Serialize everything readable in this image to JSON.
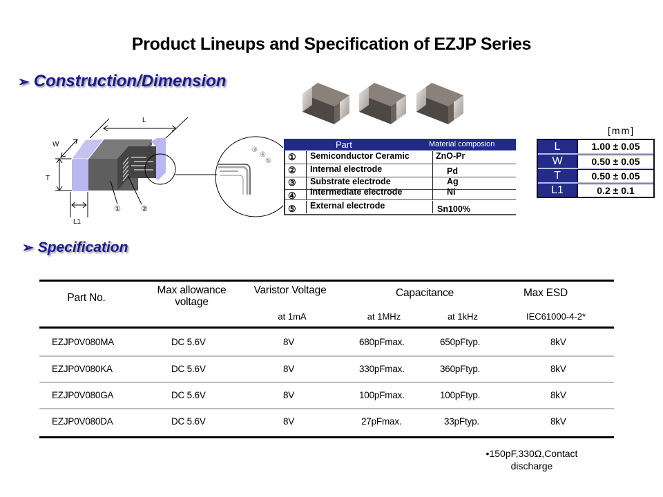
{
  "page": {
    "title": "Product Lineups and Specification of EZJP Series"
  },
  "sections": {
    "construction": {
      "arrow": "➢",
      "label": "Construction/Dimension"
    },
    "specification": {
      "arrow": "➢",
      "label": "Specification"
    }
  },
  "diagram": {
    "labels": {
      "L": "L",
      "W": "W",
      "T": "T",
      "L1": "L1"
    },
    "markers": [
      "①",
      "②",
      "③",
      "④",
      "⑤"
    ],
    "colors": {
      "electrode": "#b9b8f0",
      "body": "#6e6e6e",
      "body_dark": "#555555"
    }
  },
  "parts_table": {
    "header": {
      "part": "Part",
      "material": "Material composion"
    },
    "rows": [
      {
        "num": "①",
        "part": "Semiconductor Ceramic",
        "material": "ZnO-Pr"
      },
      {
        "num": "②",
        "part": "Internal electrode",
        "material": "Pd"
      },
      {
        "num": "③",
        "part": "Substrate electrode",
        "material": "Ag"
      },
      {
        "num": "④",
        "part": "Intermediate electrode",
        "material": "Ni"
      },
      {
        "num": "⑤",
        "part": "External electrode",
        "material": "Sn100%"
      }
    ],
    "header_color": "#1f2a8a"
  },
  "dimension_table": {
    "unit": "[mm]",
    "rows": [
      {
        "key": "L",
        "value": "1.00 ± 0.05"
      },
      {
        "key": "W",
        "value": "0.50 ± 0.05"
      },
      {
        "key": "T",
        "value": "0.50 ± 0.05"
      },
      {
        "key": "L1",
        "value": "0.2 ± 0.1"
      }
    ],
    "key_color": "#232c86"
  },
  "spec_table": {
    "headers": {
      "part_no": "Part No.",
      "max_voltage": "Max allowance voltage",
      "varistor": "Varistor Voltage",
      "capacitance": "Capacitance",
      "esd": "Max ESD"
    },
    "subheaders": {
      "varistor": "at 1mA",
      "cap_1mhz": "at 1MHz",
      "cap_1khz": "at 1kHz",
      "esd": "IEC61000-4-2*"
    },
    "rows": [
      {
        "part_no": "EZJP0V080MA",
        "max_voltage": "DC 5.6V",
        "varistor": "8V",
        "cap_1mhz": "680pFmax.",
        "cap_1khz": "650pFtyp.",
        "esd": "8kV"
      },
      {
        "part_no": "EZJP0V080KA",
        "max_voltage": "DC 5.6V",
        "varistor": "8V",
        "cap_1mhz": "330pFmax.",
        "cap_1khz": "360pFtyp.",
        "esd": "8kV"
      },
      {
        "part_no": "EZJP0V080GA",
        "max_voltage": "DC 5.6V",
        "varistor": "8V",
        "cap_1mhz": "100pFmax.",
        "cap_1khz": "100pFtyp.",
        "esd": "8kV"
      },
      {
        "part_no": "EZJP0V080DA",
        "max_voltage": "DC 5.6V",
        "varistor": "8V",
        "cap_1mhz": "27pFmax.",
        "cap_1khz": "33pFtyp.",
        "esd": "8kV"
      }
    ]
  },
  "footnote": {
    "line1": "•150pF,330Ω,Contact",
    "line2": "discharge"
  }
}
